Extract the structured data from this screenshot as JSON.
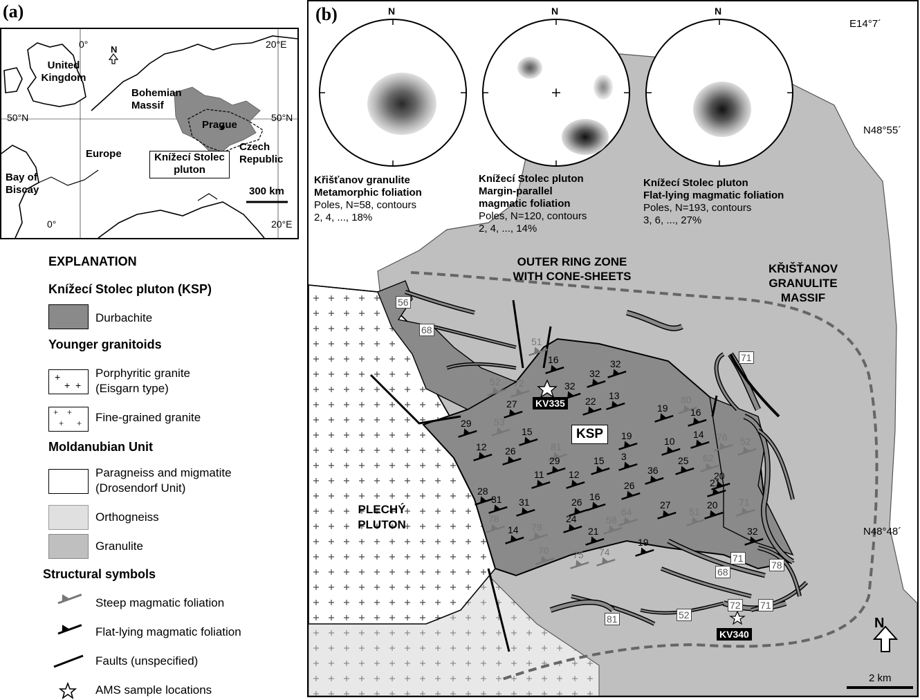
{
  "panel_a": {
    "label": "(a)",
    "places": {
      "uk": "United Kingdom",
      "bohemian": "Bohemian Massif",
      "europe": "Europe",
      "biscay": "Bay of Biscay",
      "prague": "Prague",
      "czech": "Czech Republic",
      "ksp_box": "Knížecí Stolec pluton"
    },
    "graticule": {
      "top_0": "0°",
      "top_20e": "20°E",
      "left_50n": "50°N",
      "right_50n": "50°N",
      "bottom_0": "0°",
      "bottom_20e": "20°E"
    },
    "north": "N",
    "scale": "300 km"
  },
  "legend": {
    "title": "EXPLANATION",
    "ksp_heading": "Knížecí Stolec pluton (KSP)",
    "durbachite": "Durbachite",
    "younger_heading": "Younger granitoids",
    "porphyritic_1": "Porphyritic granite",
    "porphyritic_2": "(Eisgarn type)",
    "finegrained": "Fine-grained granite",
    "moldanubian_heading": "Moldanubian Unit",
    "paragneiss_1": "Paragneiss and migmatite",
    "paragneiss_2": "(Drosendorf Unit)",
    "orthogneiss": "Orthogneiss",
    "granulite": "Granulite",
    "structural_heading": "Structural symbols",
    "steep": "Steep magmatic foliation",
    "flat": "Flat-lying magmatic foliation",
    "faults": "Faults (unspecified)",
    "ams": "AMS sample locations",
    "colors": {
      "durbachite": "#8a8a8a",
      "granulite": "#bfbfbf",
      "orthogneiss": "#e0e0e0",
      "paragneiss": "#ffffff"
    }
  },
  "panel_b": {
    "label": "(b)",
    "coords": {
      "lon": "E14°7´",
      "lat1": "N48°55´",
      "lat2": "N48°48´"
    },
    "stereonets": [
      {
        "north": "N",
        "title1": "Křišťanov granulite",
        "title2": "Metamorphic foliation",
        "line1": "Poles, N=58, contours",
        "line2": "2, 4, ..., 18%"
      },
      {
        "north": "N",
        "title1": "Knížecí Stolec pluton",
        "title2": "Margin-parallel",
        "title3": "magmatic foliation",
        "line1": "Poles, N=120, contours",
        "line2": "2, 4, ..., 14%"
      },
      {
        "north": "N",
        "title1": "Knížecí Stolec pluton",
        "title2": "Flat-lying magmatic foliation",
        "line1": "Poles, N=193, contours",
        "line2": "3, 6, ..., 27%"
      }
    ],
    "outer_ring_1": "OUTER RING ZONE",
    "outer_ring_2": "WITH CONE-SHEETS",
    "kristanov_1": "KŘIŠŤANOV",
    "kristanov_2": "GRANULITE",
    "kristanov_3": "MASSIF",
    "plechy_1": "PLECHÝ",
    "plechy_2": "PLUTON",
    "ksp": "KSP",
    "kv335": "KV335",
    "kv340": "KV340",
    "north": "N",
    "scale": "2 km",
    "dips_flat": [
      "16",
      "32",
      "32",
      "32",
      "27",
      "22",
      "13",
      "19",
      "16",
      "29",
      "15",
      "12",
      "26",
      "14",
      "19",
      "10",
      "29",
      "15",
      "3",
      "25",
      "36",
      "28",
      "11",
      "12",
      "26",
      "21",
      "31",
      "31",
      "26",
      "16",
      "27",
      "20",
      "24",
      "21",
      "20",
      "14",
      "19",
      "32"
    ],
    "dips_steep": [
      "51",
      "52",
      "72",
      "53",
      "81",
      "80",
      "76",
      "52",
      "62",
      "78",
      "79",
      "58",
      "64",
      "51",
      "71",
      "70",
      "75",
      "74"
    ],
    "dips_boxed": [
      "56",
      "68",
      "71",
      "71",
      "68",
      "78",
      "72",
      "71",
      "52",
      "81"
    ]
  }
}
